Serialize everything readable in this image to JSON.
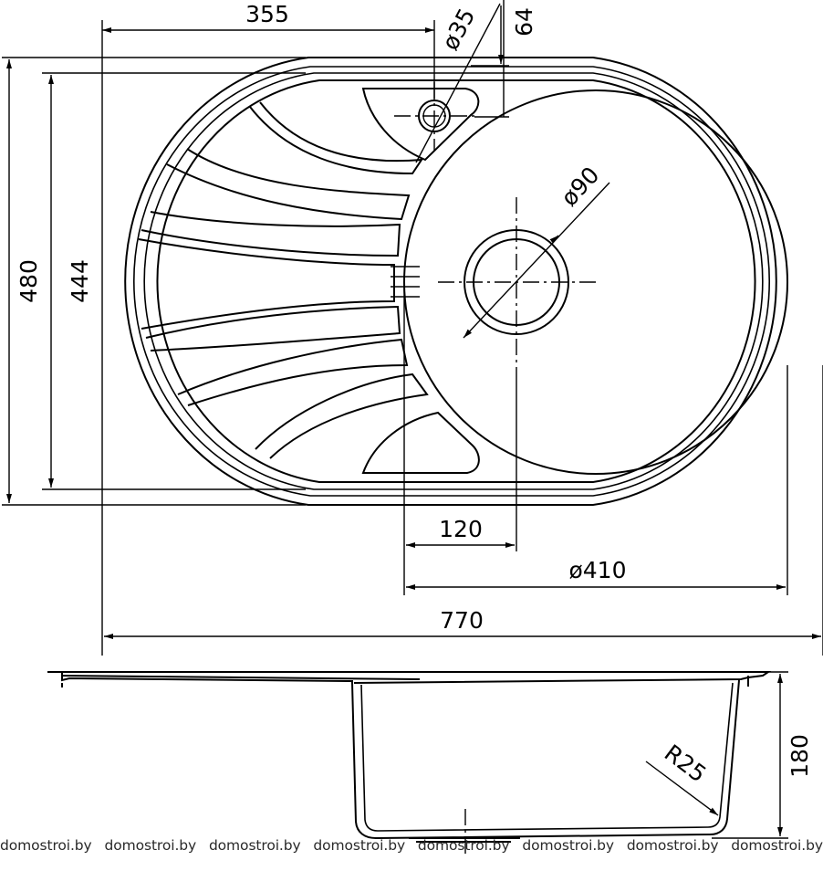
{
  "dimensions": {
    "faucet_offset": "355",
    "faucet_hole_dia": "ø35",
    "faucet_from_edge": "64",
    "overall_width": "480",
    "inner_width": "444",
    "drain_dia": "ø90",
    "drain_offset": "120",
    "bowl_dia": "ø410",
    "overall_length": "770",
    "bowl_depth": "180",
    "corner_radius": "R25"
  },
  "watermark": {
    "text": "domostroi.by",
    "repeat": 8
  },
  "colors": {
    "line": "#000000",
    "background": "#ffffff",
    "watermark": "#2a2a2a"
  }
}
